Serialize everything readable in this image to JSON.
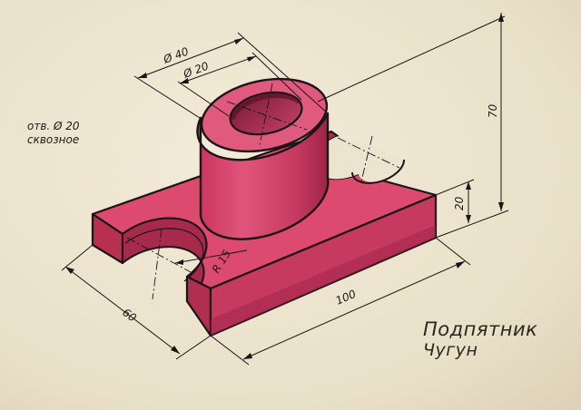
{
  "note": {
    "line1": "отв.  Ø 20",
    "line2": "сквозное"
  },
  "title": {
    "name": "Подпятник",
    "material": "Чугун"
  },
  "dimensions": {
    "outer_diameter": "Ø 40",
    "inner_diameter": "Ø 20",
    "height_total": "70",
    "height_base": "20",
    "length": "100",
    "width": "60",
    "radius": "R 15"
  },
  "colors": {
    "part_fill": "#d8456b",
    "part_shadow": "#a8284d",
    "outline": "#1c1416",
    "paper": "#ece4cf"
  }
}
